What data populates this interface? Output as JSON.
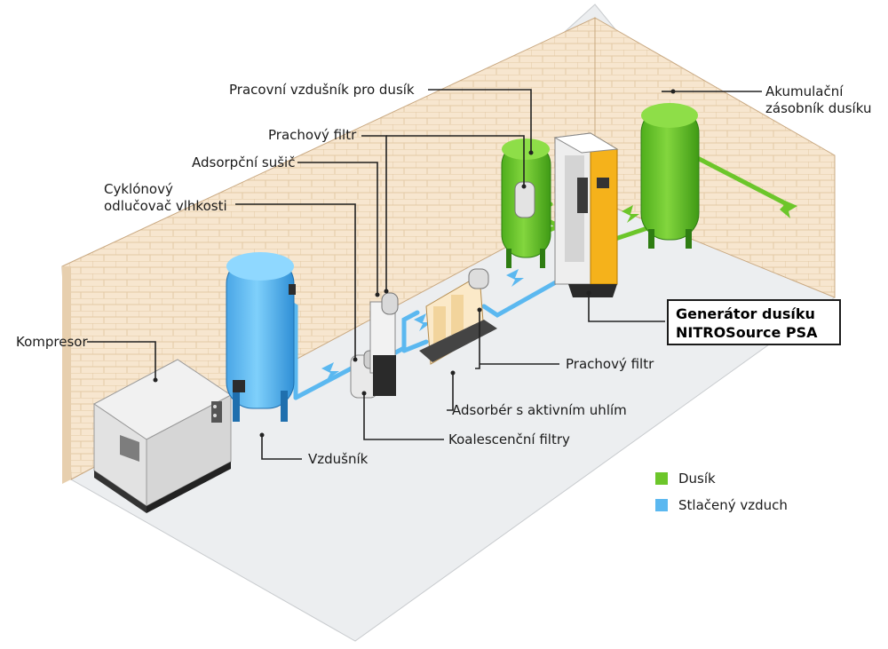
{
  "labels": {
    "pracovni_vzdusnik": "Pracovní vzdušník pro dusík",
    "akumulacni": "Akumulační\nzásobník dusíku",
    "prachovy_filtr_top": "Prachový filtr",
    "adsorpcni_susic": "Adsorpční sušič",
    "cyklonovy": "Cyklónový\nodlučovač vlhkosti",
    "kompresor": "Kompresor",
    "prachovy_filtr_right": "Prachový filtr",
    "adsorber": "Adsorbér s aktivním uhlím",
    "koalescencni": "Koalescenční filtry",
    "vzdusnik": "Vzdušník"
  },
  "generator": {
    "line1": "Generátor dusíku",
    "line2": "NITROSource PSA"
  },
  "legend": [
    {
      "label": "Dusík",
      "color": "#6cc62a"
    },
    {
      "label": "Stlačený vzduch",
      "color": "#5bb8f0"
    }
  ],
  "colors": {
    "nitrogen": "#6cc62a",
    "compressed_air": "#5bb8f0",
    "generator_accent": "#f5b21b",
    "wall": "#f6e4cc",
    "floor": "#eef0f2"
  }
}
